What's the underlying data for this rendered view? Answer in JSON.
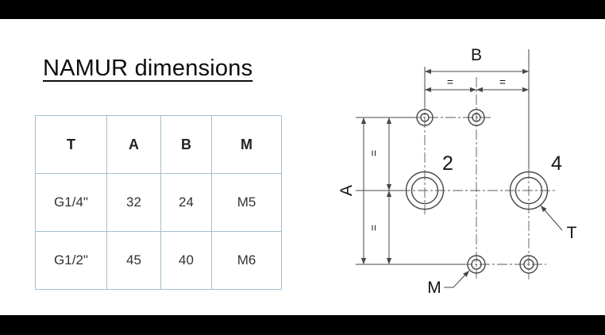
{
  "slide": {
    "title": "NAMUR dimensions"
  },
  "table": {
    "headers": [
      "T",
      "A",
      "B",
      "M"
    ],
    "rows": [
      [
        "G1/4\"",
        "32",
        "24",
        "M5"
      ],
      [
        "G1/2\"",
        "45",
        "40",
        "M6"
      ]
    ]
  },
  "diagram": {
    "dim_b_label": "B",
    "dim_a_label": "A",
    "port_2_label": "2",
    "port_4_label": "4",
    "thread_label": "T",
    "mount_label": "M",
    "equal_top_left": "=",
    "equal_top_right": "=",
    "equal_left_upper": "=",
    "equal_left_lower": "="
  },
  "colors": {
    "letterbox": "#000000",
    "background": "#ffffff",
    "table_border": "#a5bece",
    "line": "#474747"
  }
}
